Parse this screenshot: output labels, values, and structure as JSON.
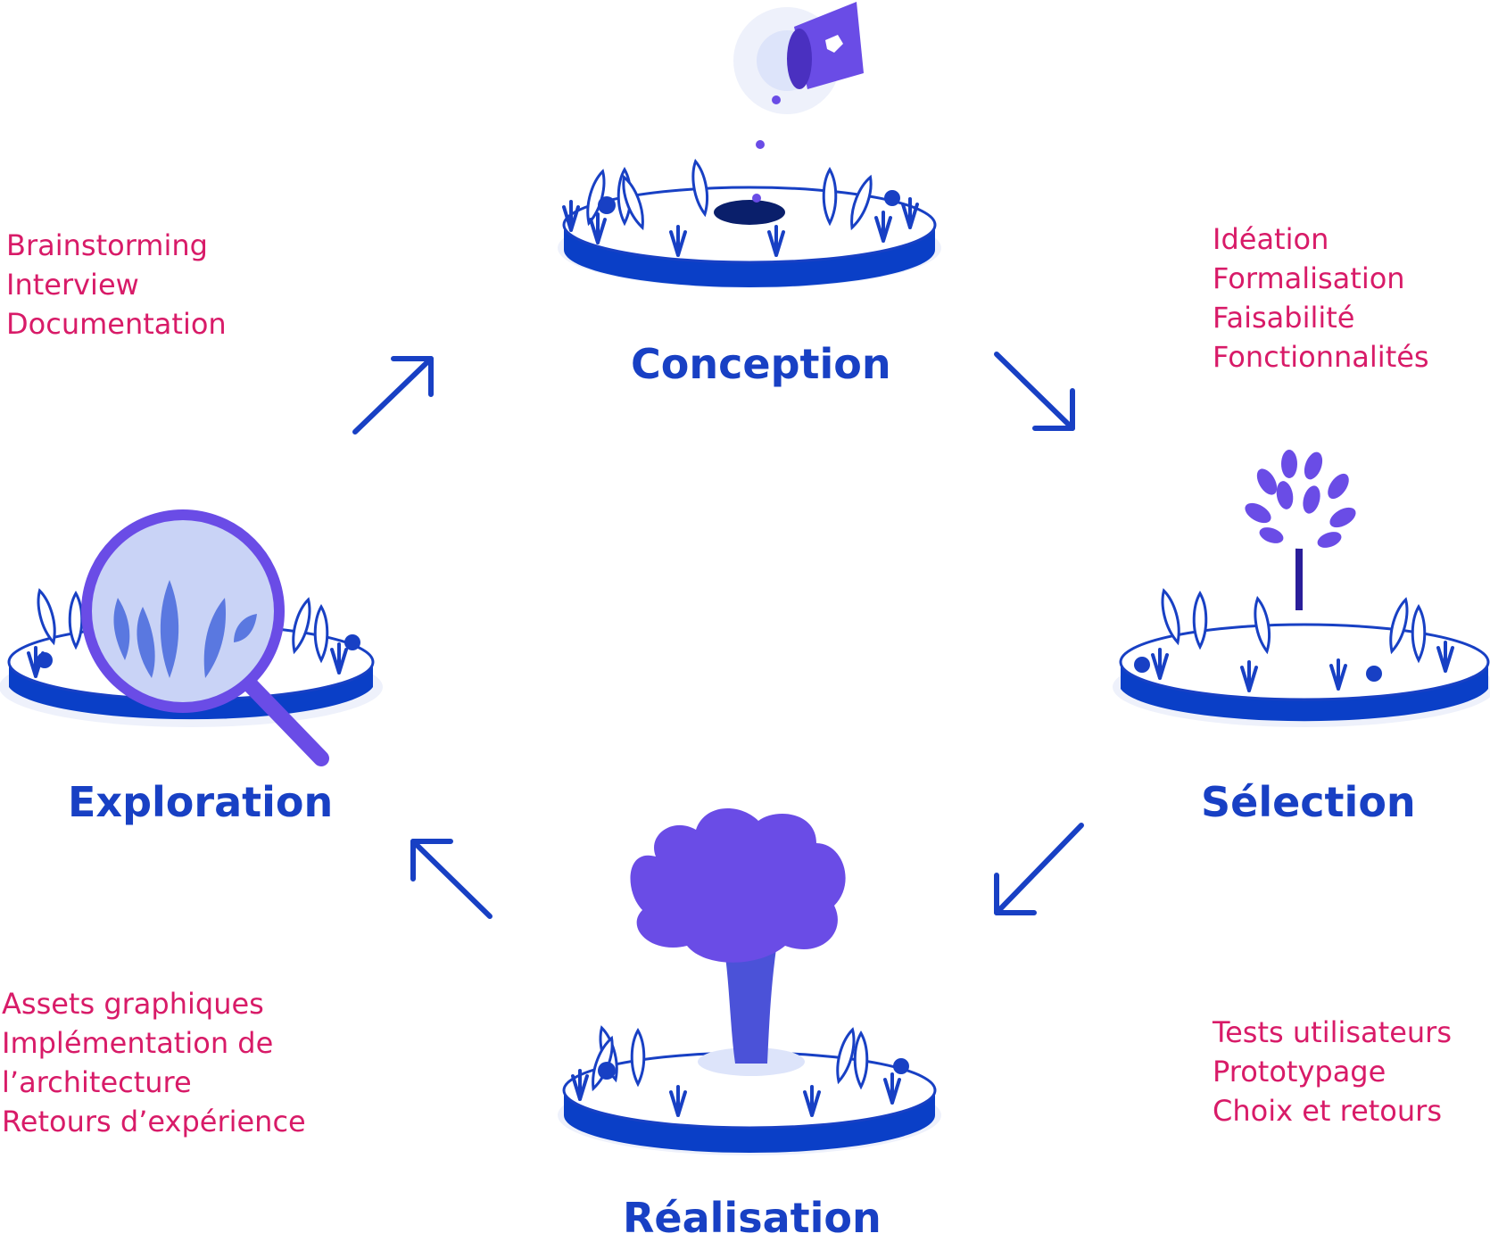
{
  "stages": {
    "conception": {
      "title": "Conception",
      "items": [
        "Idéation",
        "Formalisation",
        "Faisabilité",
        "Fonctionnalités"
      ]
    },
    "selection": {
      "title": "Sélection",
      "items": [
        "Tests utilisateurs",
        "Prototypage",
        "Choix et retours"
      ]
    },
    "realisation": {
      "title": "Réalisation",
      "items": [
        "Assets graphiques",
        "Implémentation de",
        "l’architecture",
        "Retours d’expérience"
      ]
    },
    "exploration": {
      "title": "Exploration",
      "items": [
        "Brainstorming",
        "Interview",
        "Documentation"
      ]
    }
  },
  "colors": {
    "title_blue": "#1840c4",
    "item_pink": "#d81b68",
    "platform_blue": "#0a3fc7",
    "accent_purple": "#6a4ce6"
  },
  "icons": [
    "watering-can-icon",
    "sapling-icon",
    "tree-icon",
    "magnifier-icon",
    "arrow-icon"
  ]
}
